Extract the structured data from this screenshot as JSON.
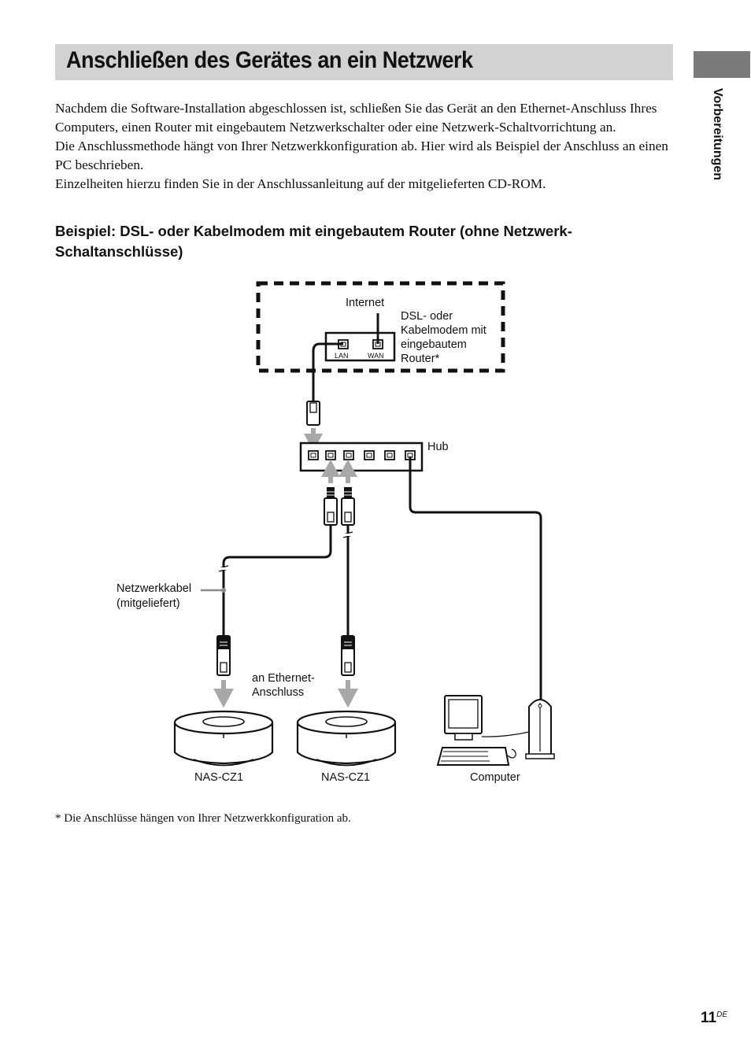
{
  "header": {
    "title": "Anschließen des Gerätes an ein Netzwerk",
    "side_tab": "Vorbereitungen"
  },
  "intro": {
    "paragraphs": [
      "Nachdem die Software-Installation abgeschlossen ist, schließen Sie das Gerät an den Ethernet-Anschluss Ihres Computers, einen Router mit eingebautem Netzwerkschalter oder eine Netzwerk-Schaltvorrichtung an.",
      "Die Anschlussmethode hängt von Ihrer Netzwerkkonfiguration ab. Hier wird als Beispiel der Anschluss an einen PC beschrieben.",
      "Einzelheiten hierzu finden Sie in der Anschlussanleitung auf der mitgelieferten CD-ROM."
    ]
  },
  "example_heading": "Beispiel: DSL- oder Kabelmodem mit eingebautem Router (ohne Netzwerk-Schaltanschlüsse)",
  "diagram": {
    "internet": "Internet",
    "router_label": [
      "DSL- oder",
      "Kabelmodem mit",
      "eingebautem",
      "Router*"
    ],
    "lan": "LAN",
    "wan": "WAN",
    "hub": "Hub",
    "cable_label": [
      "Netzwerkkabel",
      "(mitgeliefert)"
    ],
    "ethernet_label": [
      "an Ethernet-",
      "Anschluss"
    ],
    "device1": "NAS-CZ1",
    "device2": "NAS-CZ1",
    "computer": "Computer"
  },
  "footnote": "* Die Anschlüsse hängen von Ihrer Netzwerkkonfiguration ab.",
  "page": {
    "number": "11",
    "suffix": "DE"
  }
}
